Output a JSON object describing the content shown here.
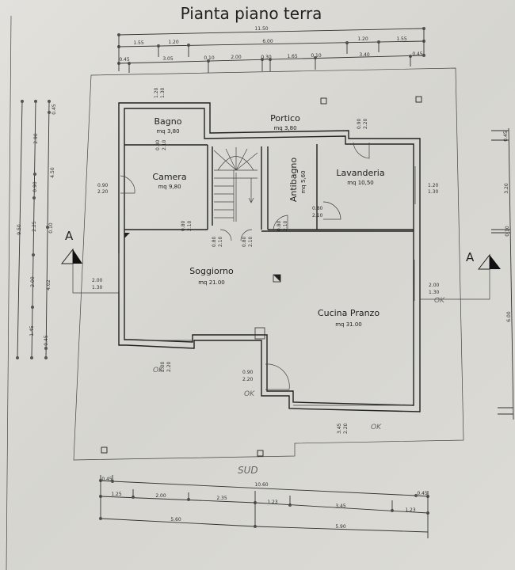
{
  "title": "Pianta piano terra",
  "rooms": {
    "bagno": {
      "name": "Bagno",
      "area": "mq 3,80"
    },
    "camera": {
      "name": "Camera",
      "area": "mq 9,80"
    },
    "portico": {
      "name": "Portico",
      "area": "mq 3,80"
    },
    "antibagno": {
      "name": "Antibagno",
      "area": "mq 5,60"
    },
    "lavanderia": {
      "name": "Lavanderia",
      "area": "mq 10,50"
    },
    "soggiorno": {
      "name": "Soggiorno",
      "area": "mq 21.00"
    },
    "cucina": {
      "name": "Cucina Pranzo",
      "area": "mq 31.00"
    }
  },
  "openings": {
    "bagno_window": [
      "1.20",
      "1.30"
    ],
    "bagno_door": [
      "0.80",
      "2.10"
    ],
    "camera_window": [
      "0.90",
      "2.20"
    ],
    "camera_door": [
      "0.80",
      "2.10"
    ],
    "stair_door_1": [
      "0.80",
      "2.10"
    ],
    "stair_door_2": [
      "0.80",
      "2.10"
    ],
    "antibagno_door": [
      "0.80",
      "2.10"
    ],
    "lavanderia_door": [
      "0.80",
      "2.10"
    ],
    "lavanderia_ext_door": [
      "0.90",
      "2.20"
    ],
    "lavanderia_window": [
      "1.20",
      "1.30"
    ],
    "soggiorno_window_left": [
      "2.00",
      "1.30"
    ],
    "soggiorno_window_bottom": [
      "2.00",
      "2.20"
    ],
    "entrance_door": [
      "0.90",
      "2.20"
    ],
    "cucina_window_right": [
      "2.00",
      "1.30"
    ],
    "cucina_window_bottom": [
      "3.45",
      "2.20"
    ]
  },
  "dims": {
    "top_total": "11.50",
    "top_row2": [
      "1.55",
      "1.20",
      "6.00",
      "1.20",
      "1.55"
    ],
    "top_row3": [
      "0.45",
      "3.05",
      "0.10",
      "2.00",
      "0.30",
      "1.65",
      "0.10",
      "3.40",
      "0.45"
    ],
    "bottom_row1": [
      "0.45",
      "10.60"
    ],
    "bottom_row2": [
      "1.25",
      "2.00",
      "2.35",
      "1.23",
      "3.45",
      "1.23",
      "0.45"
    ],
    "bottom_row3": [
      "5.60",
      "5.90"
    ],
    "left_total": "9.50",
    "left_row2": [
      "2.90",
      "0.90",
      "2.25",
      "2.00",
      "1.45"
    ],
    "left_row3": [
      "0.45",
      "4.50",
      "0.10",
      "4.02",
      "0.45"
    ],
    "right": [
      "0.45",
      "3.20",
      "0.10",
      "6.00"
    ]
  },
  "section_marks": {
    "left": "A",
    "right": "A"
  },
  "annotations": [
    "OK",
    "OK",
    "OK",
    "OK",
    "SUD"
  ]
}
